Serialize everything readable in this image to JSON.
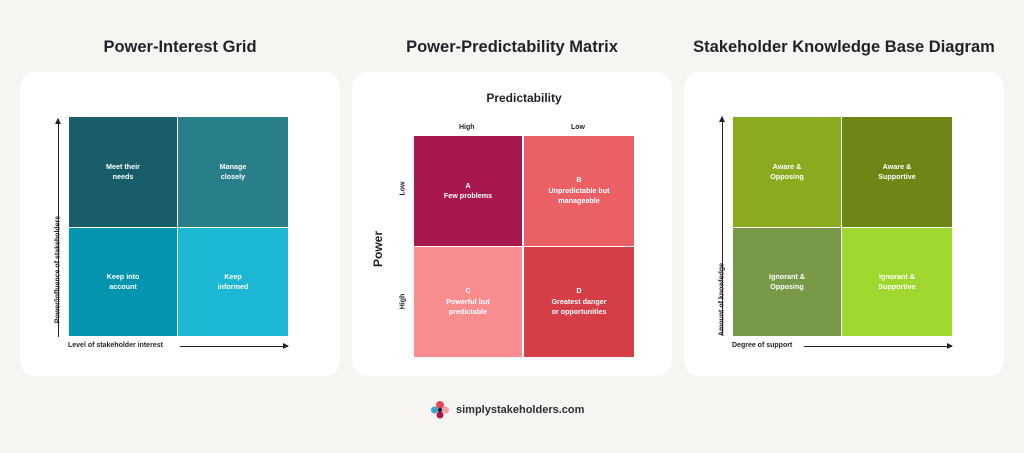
{
  "titles": {
    "power_interest": "Power-Interest Grid",
    "power_predictability": "Power-Predictability Matrix",
    "knowledge_base": "Stakeholder Knowledge Base Diagram"
  },
  "power_interest": {
    "y_label": "Power/influence of stakeholders",
    "x_label": "Level of stakeholder interest",
    "cells": {
      "top_left": "Meet their\nneeds",
      "top_right": "Manage\nclosely",
      "bottom_left": "Keep into\naccount",
      "bottom_right": "Keep\ninformed"
    },
    "colors": {
      "top_left": "#195d68",
      "top_right": "#287f89",
      "bottom_left": "#0395af",
      "bottom_right": "#1bb7d3"
    }
  },
  "power_predictability": {
    "top_label": "Predictability",
    "col_high": "High",
    "col_low": "Low",
    "side_label": "Power",
    "row_low": "Low",
    "row_high": "High",
    "cells": {
      "a": "A\nFew problems",
      "b": "B\nUnpredictable but\nmanageable",
      "c": "C\nPowerful but\npredictable",
      "d": "D\nGreatest danger\nor opportunities"
    },
    "colors": {
      "a": "#a8174e",
      "b": "#ea6065",
      "c": "#f98c8e",
      "d": "#d43e47"
    }
  },
  "knowledge_base": {
    "y_label": "Amount of knowledge",
    "x_label": "Degree of support",
    "cells": {
      "top_left": "Aware &\nOpposing",
      "top_right": "Aware &\nSupportive",
      "bottom_left": "Ignorant &\nOpposing",
      "bottom_right": "Ignorant &\nSupportive"
    },
    "colors": {
      "top_left": "#8aab1f",
      "top_right": "#6e8616",
      "bottom_left": "#789a48",
      "bottom_right": "#a0d72f"
    }
  },
  "footer": {
    "brand": "simplystakeholders.com",
    "logo_icon": "flower-logo-icon"
  }
}
